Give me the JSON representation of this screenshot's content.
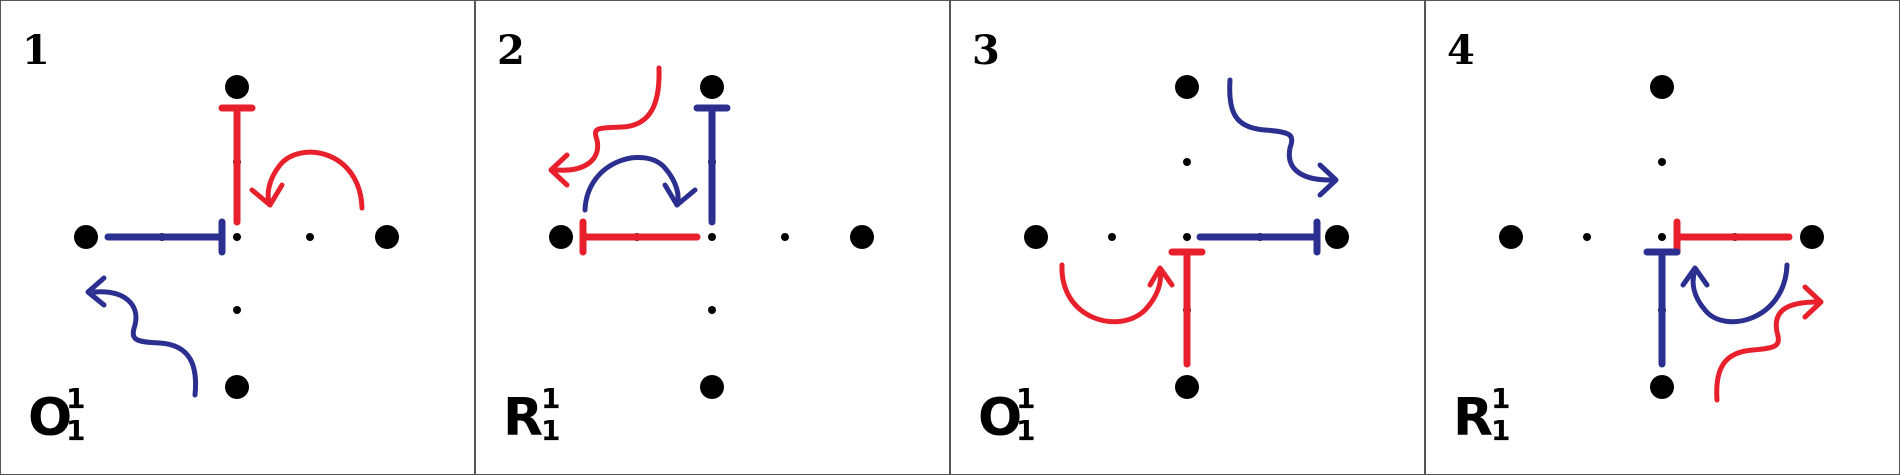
{
  "colors": {
    "red": "#e8202c",
    "blue": "#2b2f90",
    "dot": "#000000",
    "border": "#555555"
  },
  "panels": [
    {
      "number": "1",
      "label": {
        "letter": "O",
        "sup": "1",
        "sub": "1"
      }
    },
    {
      "number": "2",
      "label": {
        "letter": "R",
        "sup": "1",
        "sub": "1"
      }
    },
    {
      "number": "3",
      "label": {
        "letter": "O",
        "sup": "1",
        "sub": "1"
      }
    },
    {
      "number": "4",
      "label": {
        "letter": "R",
        "sup": "1",
        "sub": "1"
      }
    }
  ]
}
